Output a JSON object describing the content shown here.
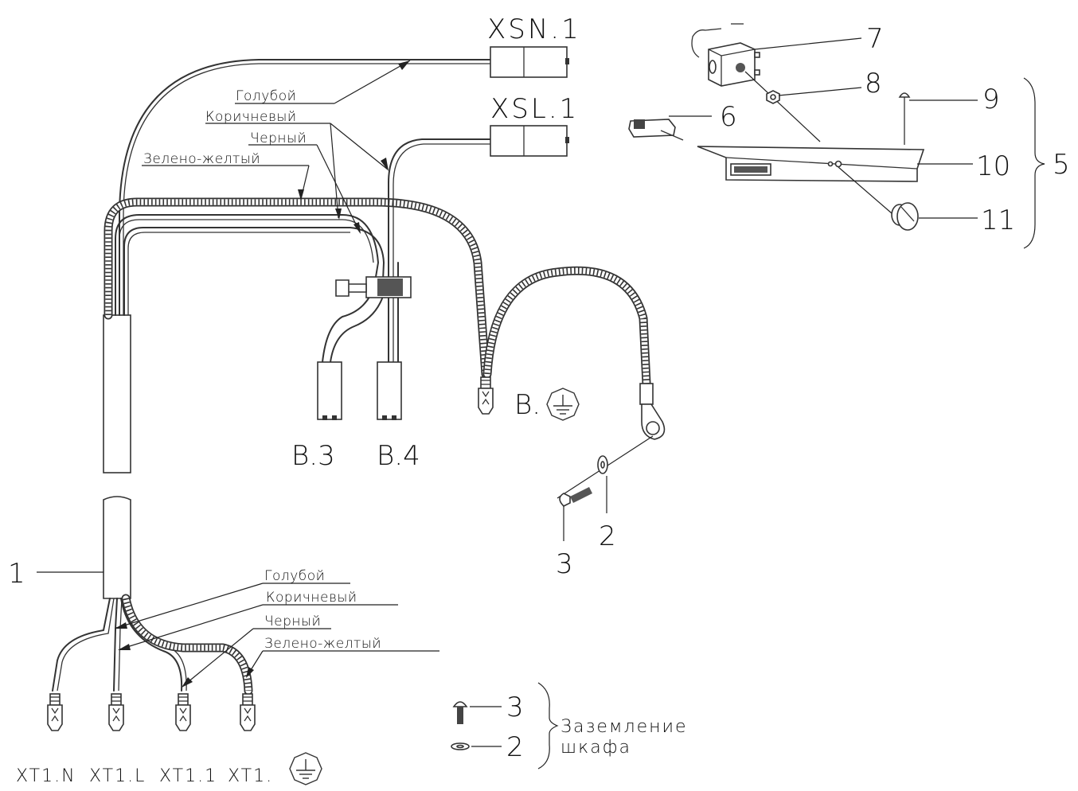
{
  "connectors": {
    "xsn": "XSN.1",
    "xsl": "XSL.1",
    "b3": "B.3",
    "b4": "B.4",
    "b_ground": "B."
  },
  "upper_wire_labels": {
    "blue": "Голубой",
    "brown": "Коричневый",
    "black": "Черный",
    "green_yellow": "Зелено-желтый"
  },
  "lower_wire_labels": {
    "blue": "Голубой",
    "brown": "Коричневый",
    "black": "Черный",
    "green_yellow": "Зелено-желтый"
  },
  "terminals": [
    "XT1.N",
    "XT1.L",
    "XT1.1",
    "XT1."
  ],
  "parts": {
    "cable": "1",
    "washer": "2",
    "screw": "3",
    "assembly": "5",
    "p6": "6",
    "p7": "7",
    "p8": "8",
    "p9": "9",
    "p10": "10",
    "p11": "11"
  },
  "ground_group": {
    "screw": "3",
    "washer": "2",
    "line1": "Заземление",
    "line2": "шкафа"
  }
}
